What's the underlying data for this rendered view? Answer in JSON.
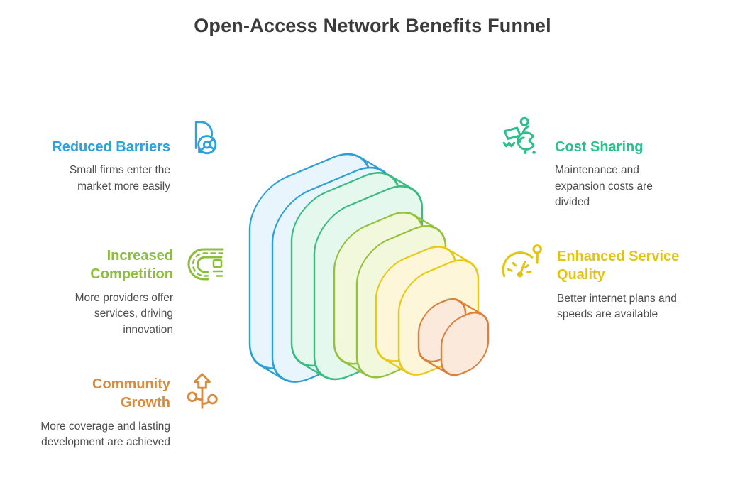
{
  "title": "Open-Access Network Benefits Funnel",
  "colors": {
    "title_text": "#3B3B3B",
    "body_text": "#4D4D4D",
    "background": "#FFFFFF"
  },
  "benefits_left": [
    {
      "heading": "Reduced Barriers",
      "description": "Small firms enter the market more easily",
      "color": "#2BA2D9",
      "icon": "open-door-wheel-icon"
    },
    {
      "heading": "Increased Competition",
      "description": "More providers offer services, driving innovation",
      "color": "#8BBE3B",
      "icon": "race-track-icon"
    },
    {
      "heading": "Community Growth",
      "description": "More coverage and lasting development are achieved",
      "color": "#D98A3D",
      "icon": "growth-plant-icon"
    }
  ],
  "benefits_right": [
    {
      "heading": "Cost Sharing",
      "description": "Maintenance and expansion costs are divided",
      "color": "#2EBE8B",
      "icon": "person-laptop-stroller-icon"
    },
    {
      "heading": "Enhanced Service Quality",
      "description": "Better internet plans and speeds are available",
      "color": "#E2C411",
      "icon": "speedometer-pin-icon"
    }
  ],
  "funnel": {
    "levels": [
      {
        "name": "level-1-blue",
        "stroke": "#2E9FD6",
        "fill": "#E8F5FC"
      },
      {
        "name": "level-2-green",
        "stroke": "#3ABB7F",
        "fill": "#E4F8ED"
      },
      {
        "name": "level-3-yellow-green",
        "stroke": "#94C13E",
        "fill": "#F2F8DB"
      },
      {
        "name": "level-4-yellow",
        "stroke": "#E8C914",
        "fill": "#FDF6D8"
      },
      {
        "name": "level-5-orange",
        "stroke": "#D9813D",
        "fill": "#FBE9DC"
      }
    ]
  }
}
